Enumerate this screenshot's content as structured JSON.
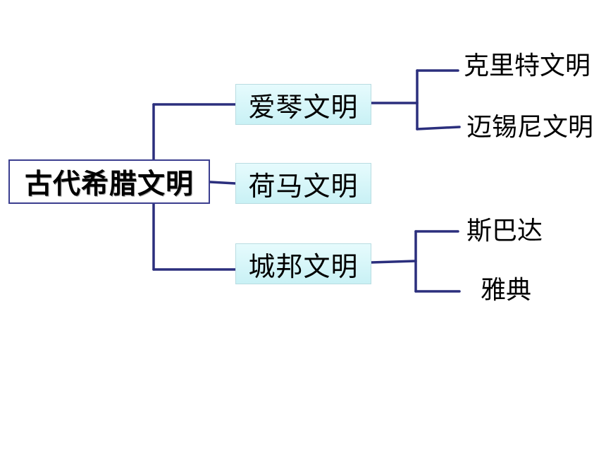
{
  "root": {
    "label": "古代希腊文明"
  },
  "branches": [
    {
      "label": "爱琴文明",
      "children": [
        "克里特文明",
        "迈锡尼文明"
      ]
    },
    {
      "label": "荷马文明",
      "children": []
    },
    {
      "label": "城邦文明",
      "children": [
        "斯巴达",
        "雅典"
      ]
    }
  ],
  "colors": {
    "connector": "#2b2f7d",
    "root_border": "#3b3e8f",
    "node_fill_top": "#e6fbfd",
    "node_fill_bottom": "#c9f1f5"
  }
}
